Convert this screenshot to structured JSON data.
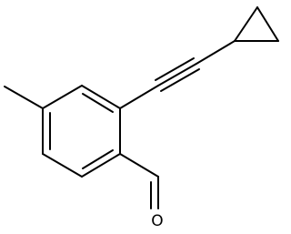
{
  "molecule": {
    "atoms": [
      {
        "id": "O1",
        "element": "O",
        "label": "O"
      }
    ],
    "colors": {
      "bond": "#000000",
      "label": "#000000",
      "background": "#ffffff"
    }
  }
}
